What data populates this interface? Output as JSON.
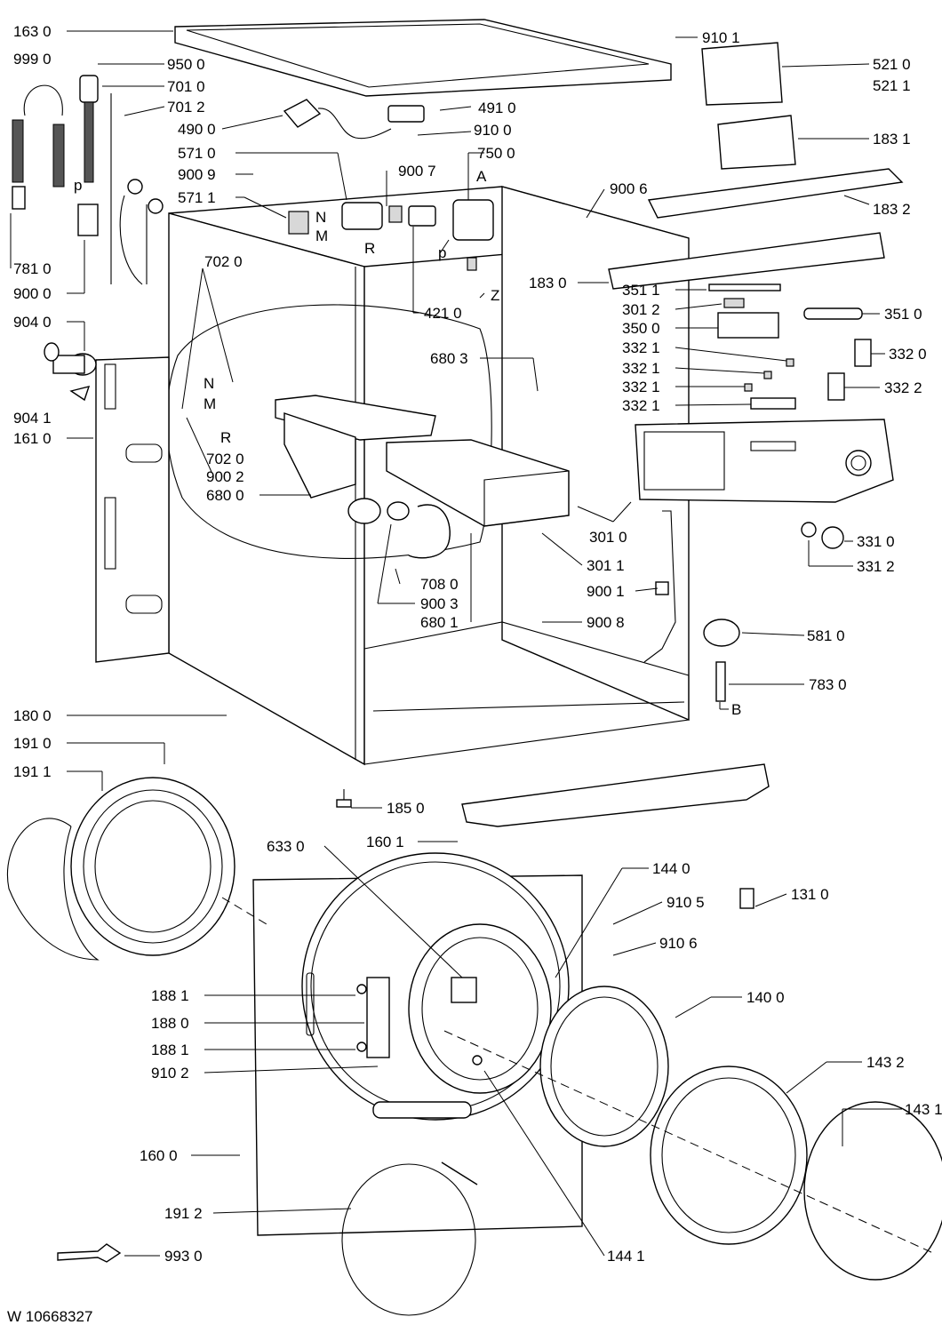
{
  "footer": {
    "reference": "W 10668327"
  },
  "labels": {
    "l1630": "163 0",
    "l9990": "999 0",
    "l9500": "950 0",
    "l7010": "701 0",
    "l7012": "701 2",
    "l4900": "490 0",
    "l4910": "491 0",
    "l9100": "910 0",
    "l9101": "910 1",
    "l5710": "571 0",
    "l7500": "750 0",
    "l9009": "900 9",
    "l9007": "900 7",
    "l5711": "571 1",
    "l9006": "900 6",
    "l5210": "521 0",
    "l5211": "521 1",
    "l1831": "183 1",
    "l1832": "183 2",
    "l1830": "183 0",
    "l7810": "781 0",
    "l9000": "900 0",
    "l9040": "904 0",
    "l9041": "904 1",
    "l1610": "161 0",
    "l7020a": "702 0",
    "l7020b": "702 0",
    "l9002": "900 2",
    "l6800": "680 0",
    "l4210": "421 0",
    "l6803": "680 3",
    "l3511a": "351 1",
    "l3012": "301 2",
    "l3500": "350 0",
    "l3511b": "351 0",
    "l3321a": "332 1",
    "l3321b": "332 1",
    "l3321c": "332 1",
    "l3321d": "332 1",
    "l3320": "332 0",
    "l3322": "332 2",
    "l3010": "301 0",
    "l3011": "301 1",
    "l9001": "900 1",
    "l7080": "708 0",
    "l9003": "900 3",
    "l6801": "680 1",
    "l9008": "900 8",
    "l3310": "331 0",
    "l3312": "331 2",
    "l5810": "581 0",
    "l7830": "783 0",
    "l1800": "180 0",
    "l1910": "191 0",
    "l1911": "191 1",
    "l1850": "185 0",
    "l1601": "160 1",
    "l6330": "633 0",
    "l1440": "144 0",
    "l9105": "910 5",
    "l9106": "910 6",
    "l1310": "131 0",
    "l1881a": "188 1",
    "l1880": "188 0",
    "l1881b": "188 1",
    "l9102": "910 2",
    "l1400": "140 0",
    "l1432": "143 2",
    "l1431": "143 1",
    "l1600": "160 0",
    "l1912": "191 2",
    "l1441": "144 1",
    "l9930": "993 0"
  },
  "markers": {
    "N1": "N",
    "M1": "M",
    "R1": "R",
    "A": "A",
    "P1": "p",
    "P2": "p",
    "Z": "Z",
    "N2": "N",
    "M2": "M",
    "R2": "R",
    "B": "B"
  }
}
